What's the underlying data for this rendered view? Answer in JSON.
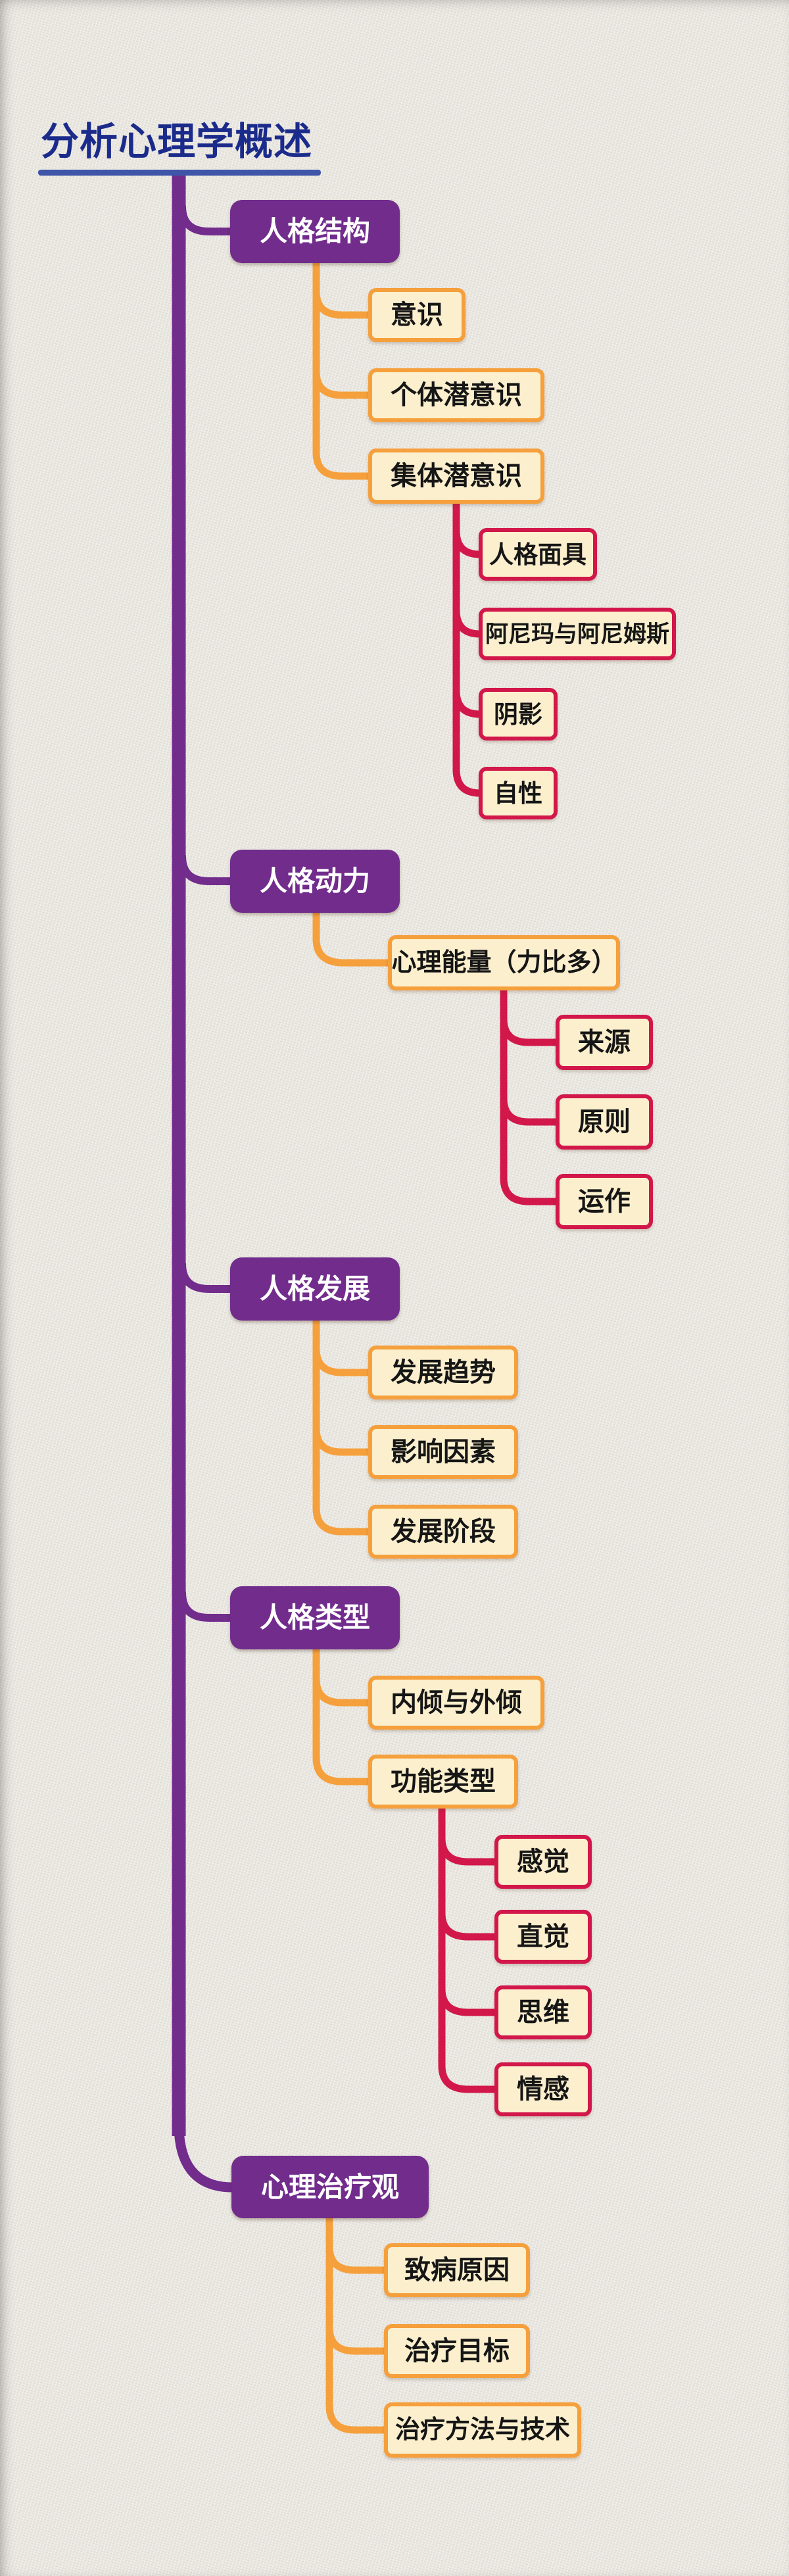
{
  "mindmap": {
    "title": "分析心理学概述",
    "branches": [
      {
        "label": "人格结构",
        "children": [
          {
            "label": "意识"
          },
          {
            "label": "个体潜意识"
          },
          {
            "label": "集体潜意识",
            "children": [
              {
                "label": "人格面具"
              },
              {
                "label": "阿尼玛与阿尼姆斯"
              },
              {
                "label": "阴影"
              },
              {
                "label": "自性"
              }
            ]
          }
        ]
      },
      {
        "label": "人格动力",
        "children": [
          {
            "label": "心理能量（力比多）",
            "children": [
              {
                "label": "来源"
              },
              {
                "label": "原则"
              },
              {
                "label": "运作"
              }
            ]
          }
        ]
      },
      {
        "label": "人格发展",
        "children": [
          {
            "label": "发展趋势"
          },
          {
            "label": "影响因素"
          },
          {
            "label": "发展阶段"
          }
        ]
      },
      {
        "label": "人格类型",
        "children": [
          {
            "label": "内倾与外倾"
          },
          {
            "label": "功能类型",
            "children": [
              {
                "label": "感觉"
              },
              {
                "label": "直觉"
              },
              {
                "label": "思维"
              },
              {
                "label": "情感"
              }
            ]
          }
        ]
      },
      {
        "label": "心理治疗观",
        "children": [
          {
            "label": "致病原因"
          },
          {
            "label": "治疗目标"
          },
          {
            "label": "治疗方法与技术"
          }
        ]
      }
    ]
  },
  "colors": {
    "background": "#eae7e1",
    "title_text": "#1b2b8b",
    "title_underline": "#3f55a8",
    "branch_purple": "#712c8c",
    "sub_branch_orange": "#f5a03c",
    "sub_branch_red": "#d2174a",
    "leaf_fill": "#fbefcd",
    "leaf_text": "#161616"
  }
}
